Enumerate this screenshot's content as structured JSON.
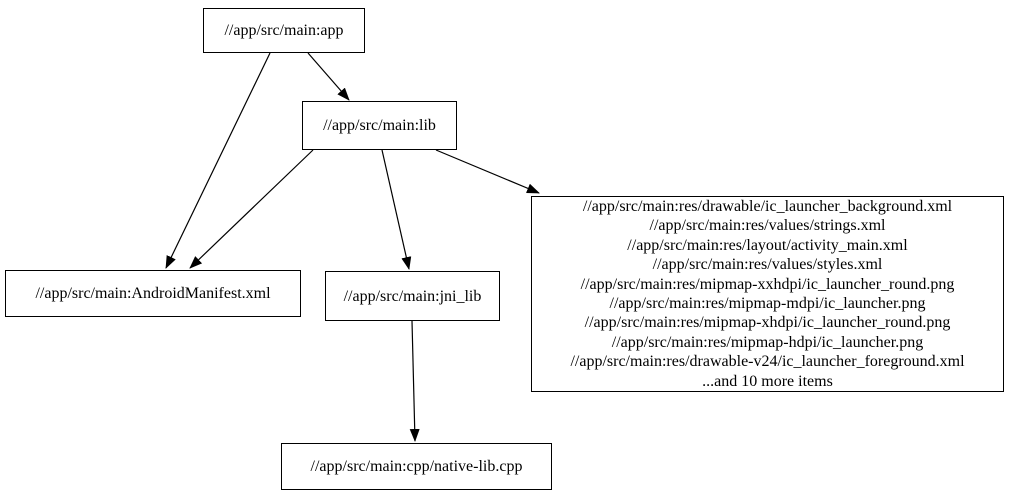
{
  "diagram": {
    "type": "dependency-graph",
    "colors": {
      "background": "#ffffff",
      "node_border": "#000000",
      "edge": "#000000",
      "text": "#000000"
    },
    "nodes": {
      "app": {
        "label": "//app/src/main:app"
      },
      "lib": {
        "label": "//app/src/main:lib"
      },
      "manifest": {
        "label": "//app/src/main:AndroidManifest.xml"
      },
      "jni_lib": {
        "label": "//app/src/main:jni_lib"
      },
      "res_group": {
        "lines": [
          "//app/src/main:res/drawable/ic_launcher_background.xml",
          "//app/src/main:res/values/strings.xml",
          "//app/src/main:res/layout/activity_main.xml",
          "//app/src/main:res/values/styles.xml",
          "//app/src/main:res/mipmap-xxhdpi/ic_launcher_round.png",
          "//app/src/main:res/mipmap-mdpi/ic_launcher.png",
          "//app/src/main:res/mipmap-xhdpi/ic_launcher_round.png",
          "//app/src/main:res/mipmap-hdpi/ic_launcher.png",
          "//app/src/main:res/drawable-v24/ic_launcher_foreground.xml",
          "...and 10 more items"
        ]
      },
      "native_lib": {
        "label": "//app/src/main:cpp/native-lib.cpp"
      }
    },
    "edges": [
      {
        "from": "//app/src/main:app",
        "to": "//app/src/main:lib"
      },
      {
        "from": "//app/src/main:app",
        "to": "//app/src/main:AndroidManifest.xml"
      },
      {
        "from": "//app/src/main:lib",
        "to": "//app/src/main:AndroidManifest.xml"
      },
      {
        "from": "//app/src/main:lib",
        "to": "//app/src/main:jni_lib"
      },
      {
        "from": "//app/src/main:lib",
        "to": "//app/src/main:res file group"
      },
      {
        "from": "//app/src/main:jni_lib",
        "to": "//app/src/main:cpp/native-lib.cpp"
      }
    ]
  }
}
